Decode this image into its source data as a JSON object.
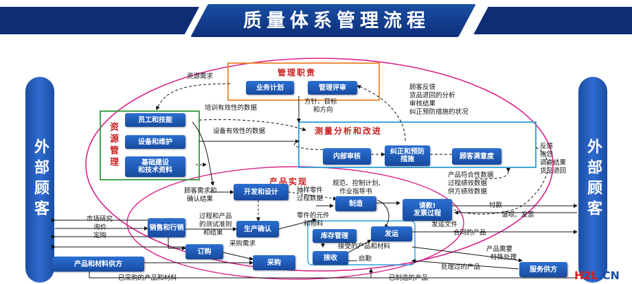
{
  "title": "质量体系管理流程",
  "external_customer_left": "外部顾客",
  "external_customer_right": "外部顾客",
  "sections": {
    "management": "管理职责",
    "resources": "资源管理",
    "measurement": "测量分析和改进",
    "product": "产品实现"
  },
  "boxes": {
    "business_plan": "业务计划",
    "management_review": "管理评审",
    "staff_skills": "员工和技能",
    "equipment": "设备和维护",
    "infrastructure_l1": "基础建设",
    "infrastructure_l2": "和技术资料",
    "internal_audit": "内部审核",
    "corrective_l1": "纠正和预防",
    "corrective_l2": "措施",
    "satisfaction": "顾客满意度",
    "dev_design": "开发和设计",
    "manufacture": "制造",
    "sales": "销售和行销",
    "prod_confirm": "生产确认",
    "inventory": "库存管理",
    "receiving": "接收",
    "shipping": "发运",
    "order": "订购",
    "purchasing": "采购",
    "supplier": "产品和材料供方",
    "service_supplier": "服务供方",
    "invoice_l1": "请款!",
    "invoice_l2": "发票过程"
  },
  "labels": {
    "resource_needs": "资源需求",
    "policy_l1": "方针、目标",
    "policy_l2": "和方向",
    "training": "培训有效性的数据",
    "equipment_data": "设备有效性的数据",
    "feedback_l1": "顾客反馈",
    "feedback_l2": "货品退回的分析",
    "feedback_l3": "审核结果",
    "feedback_l4": "纠正预防措施的状况",
    "right_fb_l1": "反馈",
    "right_fb_l2": "抱怨",
    "right_fb_l3": "调查结果",
    "right_fb_l4": "货品退回",
    "conf_l1": "产品符合性数据",
    "conf_l2": "过程绩效数据",
    "conf_l3": "供方绩效数据",
    "cust_needs_l1": "顾客需求和",
    "cust_needs_l2": "确认结果",
    "sample_l1": "抽样零件",
    "sample_l2": "过程数据",
    "spec_l1": "规范、控制计划、",
    "spec_l2": "作业指导书",
    "market": "市场研究",
    "inquiry": "询价",
    "order_place": "定购",
    "test_l1": "过程和产品",
    "test_l2": "的测试准则",
    "test_l3": "和结果",
    "parts_l1": "零件的元件",
    "parts_l2": "和物料",
    "received": "接受的产品和材料",
    "start": "启勤",
    "purchase_needs": "采购需求",
    "ship_docs": "发运文件",
    "payment": "付款",
    "invoice": "请项、发票",
    "contract_product": "合同的产品",
    "special_l1": "产品需要",
    "special_l2": "特殊处理",
    "processed": "处理过的产品",
    "purchased": "已采购的产品和材料",
    "manufactured": "已制造的产品"
  },
  "logo": {
    "text_a": "H2L",
    "text_b": ".CN",
    "color_a": "#d81e1e",
    "color_b": "#1b4ea3"
  },
  "colors": {
    "box_blue": "#1f5bbf",
    "title_blue": "#0d2f7a",
    "red": "#c81f1f",
    "orange": "#e8862a",
    "green": "#2f9a3a",
    "cyan": "#2a9fd6"
  }
}
